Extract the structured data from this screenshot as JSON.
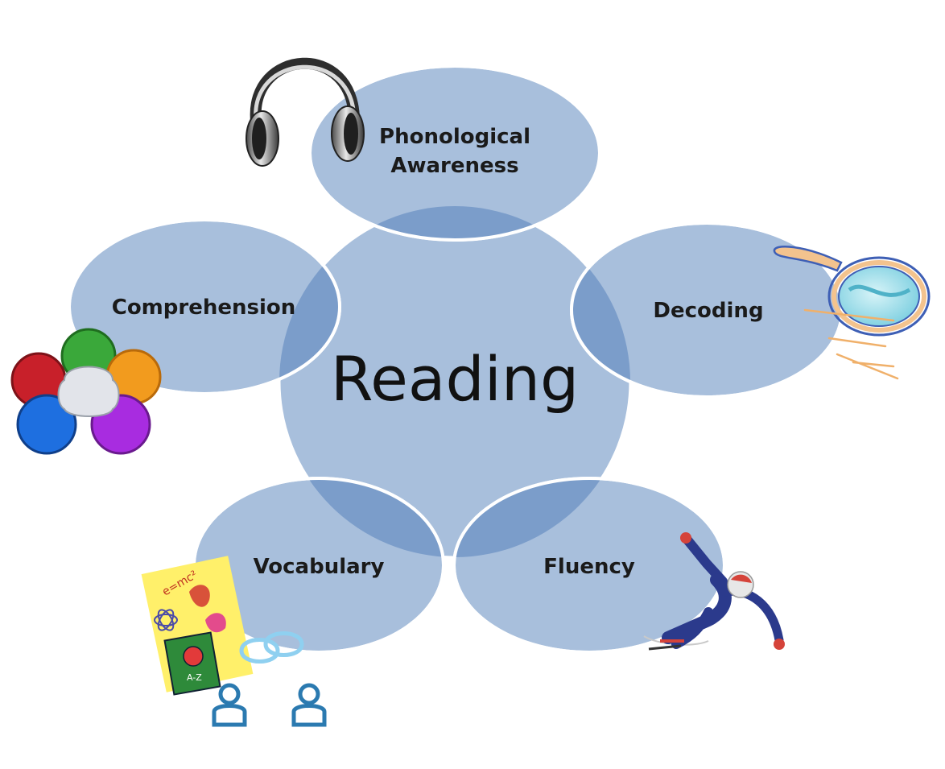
{
  "center": {
    "label": "Reading"
  },
  "components": [
    {
      "id": "phonological",
      "lines": [
        "Phonological",
        "Awareness"
      ],
      "icon": "headphones-icon"
    },
    {
      "id": "decoding",
      "lines": [
        "Decoding"
      ],
      "icon": "magnifying-glass-icon"
    },
    {
      "id": "fluency",
      "lines": [
        "Fluency"
      ],
      "icon": "speed-skater-icon"
    },
    {
      "id": "vocabulary",
      "lines": [
        "Vocabulary"
      ],
      "icon": "book-and-speech-icon"
    },
    {
      "id": "comprehension",
      "lines": [
        "Comprehension"
      ],
      "icon": "puzzle-flower-icon"
    }
  ],
  "colors": {
    "bubble_fill": "#a8bfdc",
    "overlap_fill": "#7b9dca",
    "bubble_stroke": "#ffffff"
  },
  "icon_text": {
    "book_letters": "A-Z",
    "formula": "e=mc²"
  }
}
